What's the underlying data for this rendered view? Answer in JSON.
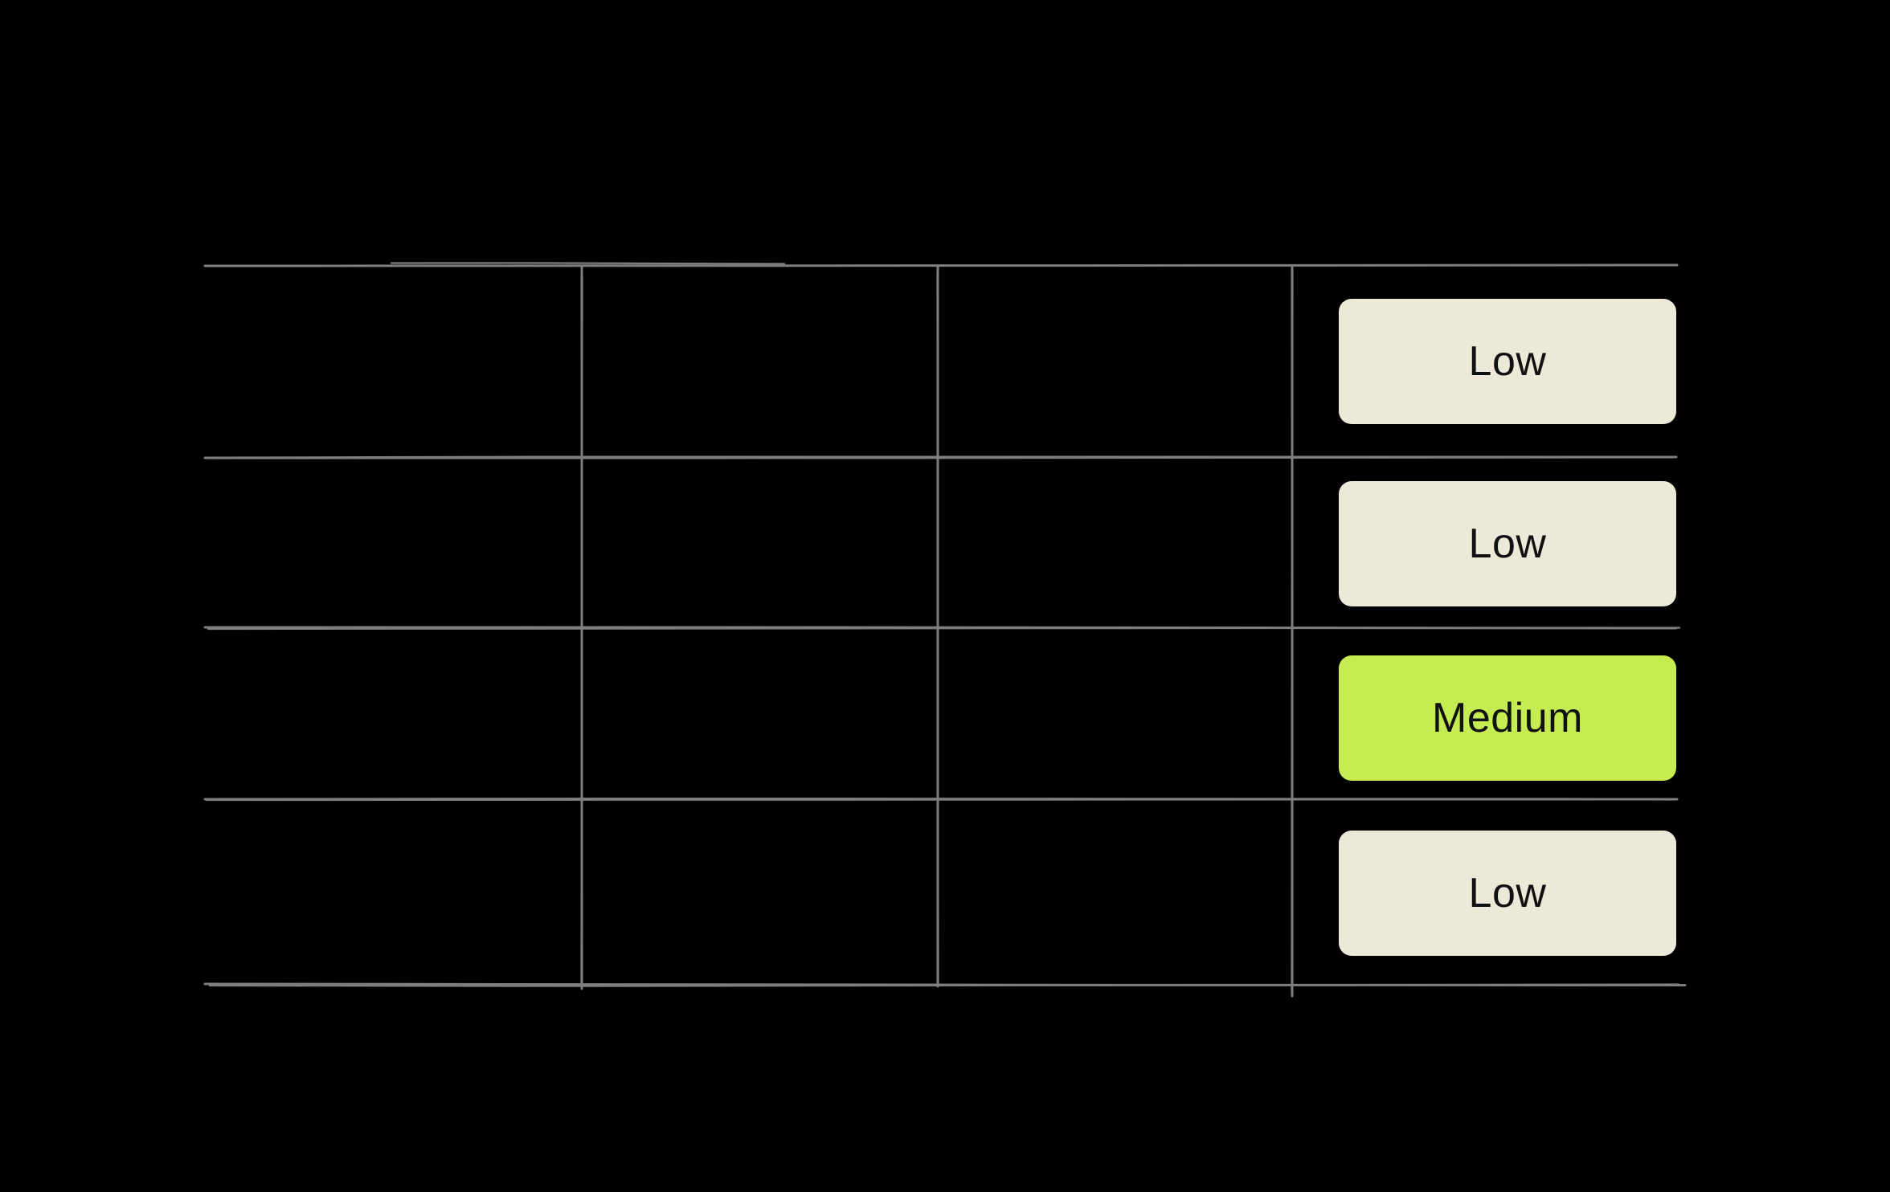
{
  "canvas": {
    "background": "#000000"
  },
  "table": {
    "grid_color": "#7e7e7e",
    "columns": 4,
    "row_count": 4,
    "badge_text_color": "#111111",
    "rows": [
      {
        "severity": "Low",
        "badge_bg": "#ede9d8"
      },
      {
        "severity": "Low",
        "badge_bg": "#ede9d8"
      },
      {
        "severity": "Medium",
        "badge_bg": "#c5ec51"
      },
      {
        "severity": "Low",
        "badge_bg": "#ede9d8"
      }
    ]
  }
}
